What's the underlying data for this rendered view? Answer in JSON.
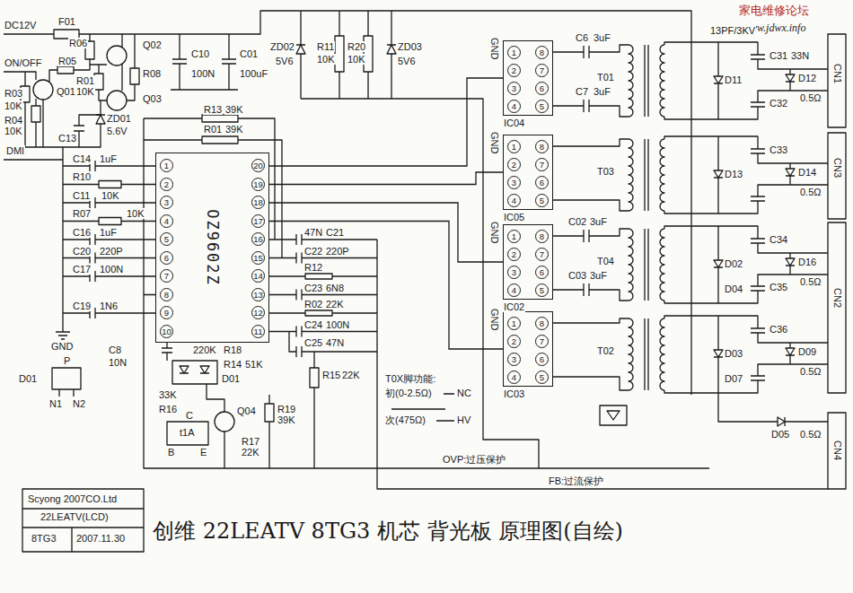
{
  "diagram": {
    "title": "创维 22LEATV 8TG3 机芯 背光板 原理图(自绘)",
    "nodes": [
      {
        "text": [
          "OZ9602Z",
          "1",
          "2",
          "3",
          "4",
          "5",
          "6",
          "7",
          "8",
          "9",
          "10",
          "11",
          "12",
          "13",
          "14",
          "15",
          "16",
          "17",
          "18",
          "19",
          "20"
        ]
      },
      {
        "text": [
          "1",
          "2",
          "3",
          "4",
          "8",
          "7",
          "6",
          "5"
        ]
      },
      {
        "text": [
          "1",
          "2",
          "3",
          "4",
          "8",
          "7",
          "6",
          "5"
        ]
      },
      {
        "text": [
          "1",
          "2",
          "3",
          "4",
          "8",
          "7",
          "6",
          "5"
        ]
      },
      {
        "text": [
          "1",
          "2",
          "3",
          "4",
          "8",
          "7",
          "6",
          "5"
        ]
      }
    ],
    "edges": [
      {
        "from": 0,
        "to": 1,
        "arrow": "none"
      },
      {
        "from": 0,
        "to": 2,
        "arrow": "none"
      },
      {
        "from": 0,
        "to": 3,
        "arrow": "none"
      },
      {
        "from": 0,
        "to": 4,
        "arrow": "none"
      }
    ],
    "labels": [
      "家电维修论坛",
      "www.jdwx.info",
      "DC12V",
      "F01",
      "R06",
      "Q02",
      "ON/OFF",
      "R05",
      "Q01",
      "R01",
      "10K",
      "R08",
      "Q03",
      "R03",
      "10K",
      "R04",
      "10K",
      "ZD01",
      "5.6V",
      "C13",
      "DMI",
      "C10",
      "100N",
      "C01",
      "100uF",
      "ZD02",
      "5V6",
      "R11",
      "10K",
      "R20",
      "10K",
      "ZD03",
      "5V6",
      "R13",
      "39K",
      "R01",
      "39K",
      "C14",
      "1uF",
      "R10",
      "C11",
      "10K",
      "R07",
      "10K",
      "C16",
      "1uF",
      "C20",
      "220P",
      "C17",
      "100N",
      "C19",
      "1N6",
      "GND",
      "D01",
      "P",
      "N1",
      "N2",
      "C8",
      "10N",
      "220K",
      "R18",
      "R14",
      "51K",
      "D01",
      "33K",
      "R16",
      "Q04",
      "R19",
      "39K",
      "R17",
      "22K",
      "R15",
      "22K",
      "C",
      "t1A",
      "B",
      "E",
      "47N",
      "C21",
      "C22",
      "220P",
      "R12",
      "C23",
      "6N8",
      "R02",
      "22K",
      "C24",
      "100N",
      "C25",
      "47N",
      "GND",
      "IC04",
      "C6",
      "3uF",
      "C7",
      "3uF",
      "GND",
      "IC05",
      "C02",
      "3uF",
      "GND",
      "IC02",
      "C03",
      "3uF",
      "GND",
      "IC03",
      "T01",
      "T03",
      "T04",
      "T02",
      "C31",
      "33N",
      "13PF/3KV",
      "D11",
      "D12",
      "C32",
      "0.5Ω",
      "C33",
      "D13",
      "D14",
      "0.5Ω",
      "C34",
      "D02",
      "D16",
      "D04",
      "0.5Ω",
      "C35",
      "C36",
      "D03",
      "D09",
      "D07",
      "0.5Ω",
      "D05",
      "0.5Ω",
      "CN1",
      "CN3",
      "CN2",
      "CN4",
      "T0X脚功能:",
      "初(0-2.5Ω)",
      "NC",
      "次(475Ω)",
      "HV",
      "OVP:过压保护",
      "FB:过流保护",
      "Scyong 2007CO.Ltd",
      "22LEATV(LCD)",
      "8TG3",
      "2007.11.30"
    ]
  }
}
